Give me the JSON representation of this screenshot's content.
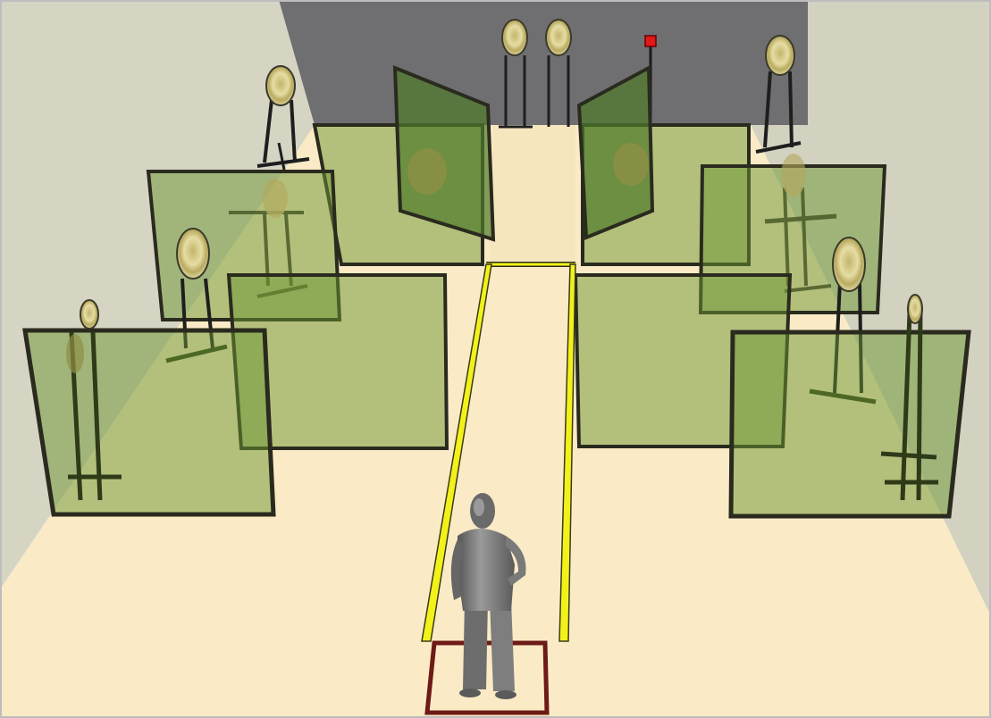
{
  "scene": {
    "colors": {
      "floor": "#faebc6",
      "wall_left": "#d6d5c4",
      "wall_right": "#d3d2c1",
      "back_wall": "#6f6f72",
      "glass_fill": "#6c9632",
      "glass_edge": "#2a2a1e",
      "lane_tape": "#f2f21a",
      "target": "#dcd28e",
      "start_box": "#6e1a16",
      "alarm_light": "#e01818",
      "figure": "#7a7a7a"
    },
    "icons": {
      "targets": "bullseye-target-on-stand",
      "panels": "glass-partition-panel",
      "person": "shooter-figure",
      "alarm": "red-alarm-light"
    }
  }
}
